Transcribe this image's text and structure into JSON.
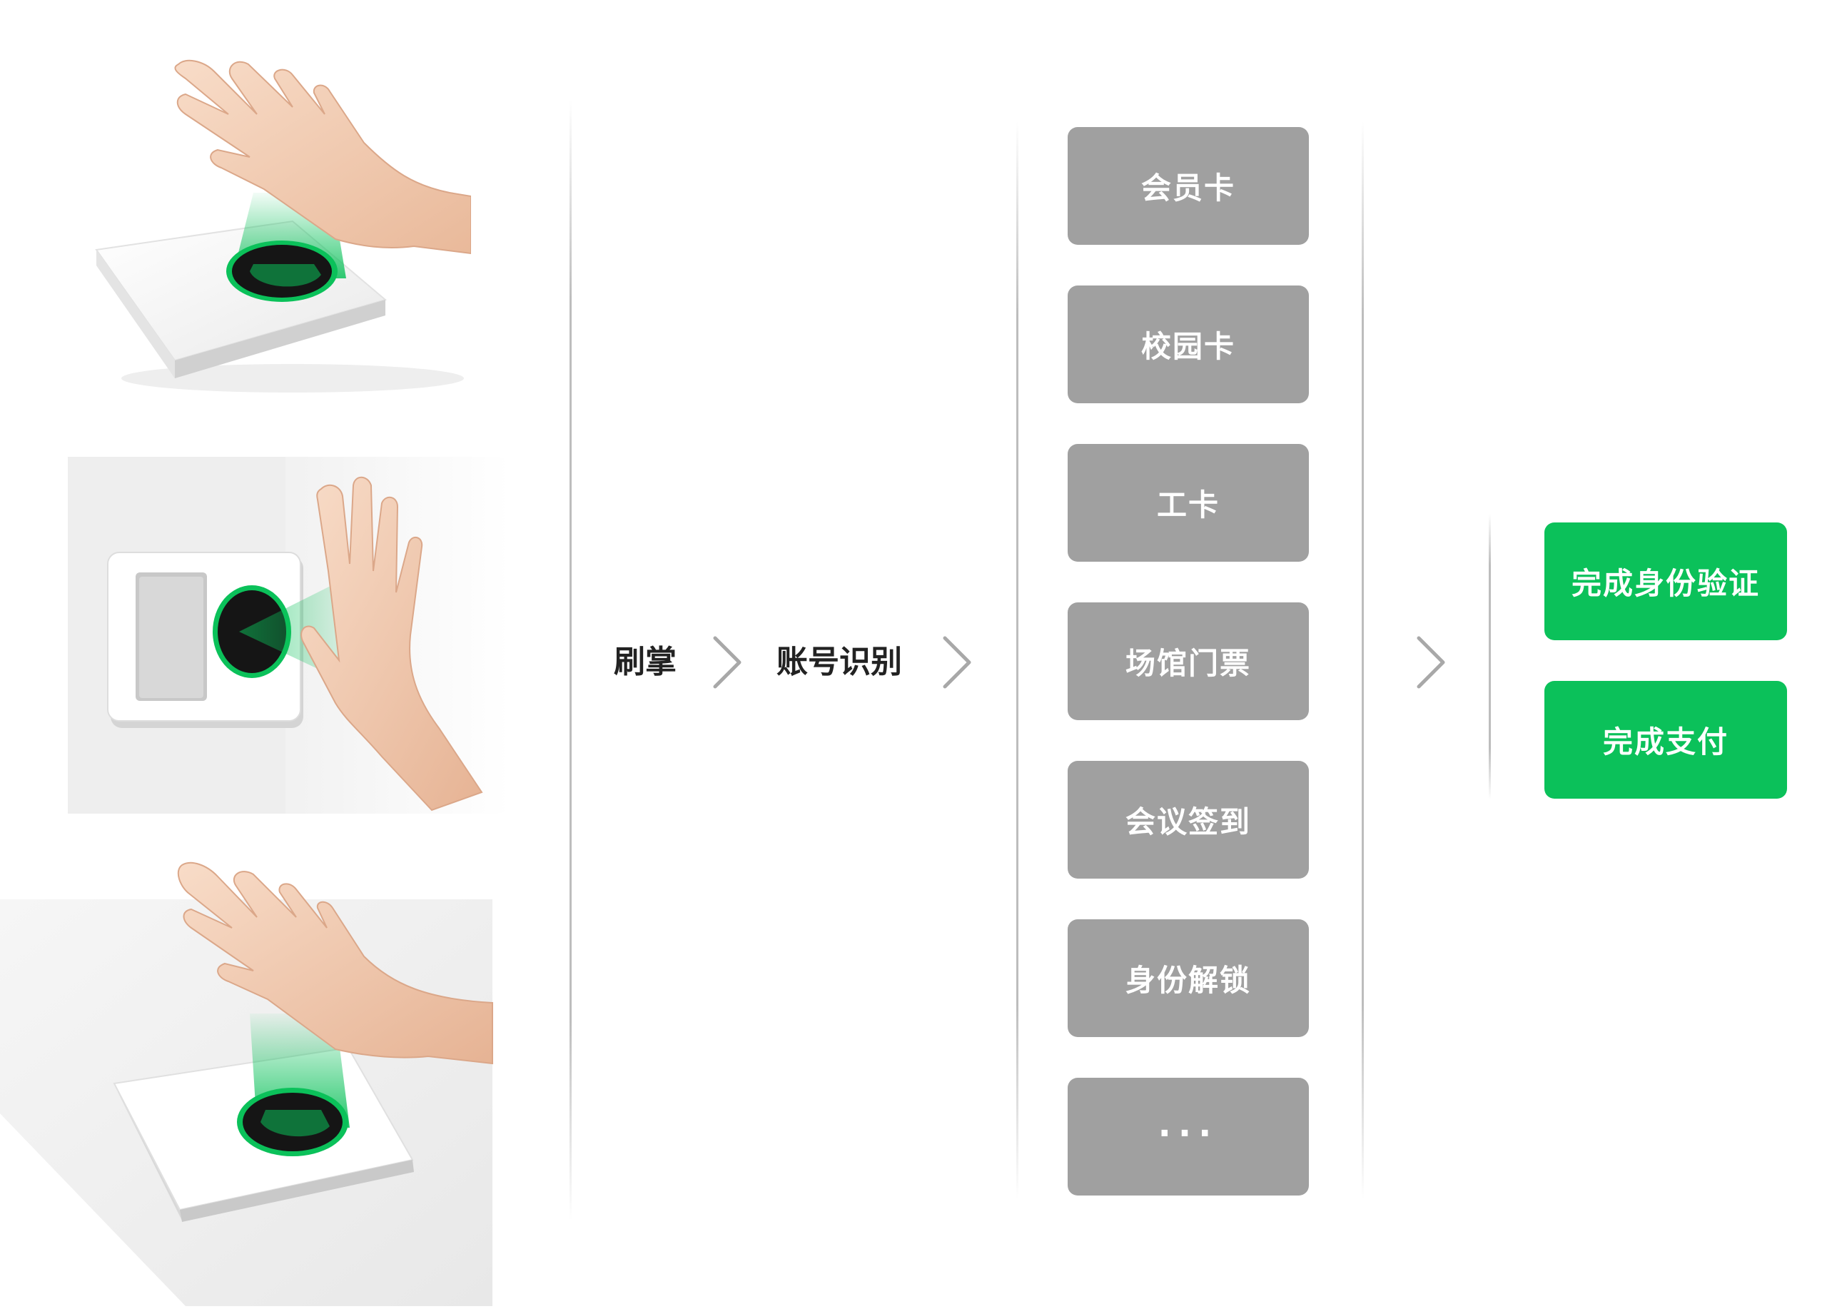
{
  "colors": {
    "accent_green": "#0bc15a",
    "card_gray": "#a0a0a0",
    "divider": "#bdbdbd",
    "label_dark": "#222222"
  },
  "illustrations": [
    {
      "name": "palm-scanner-desktop",
      "icon": "hand-over-desktop-palm-scanner"
    },
    {
      "name": "palm-scanner-wall",
      "icon": "hand-beside-wall-palm-scanner"
    },
    {
      "name": "palm-scanner-flat",
      "icon": "hand-over-flat-palm-scanner"
    }
  ],
  "flow": {
    "step1": "刷掌",
    "step2": "账号识别",
    "chevron_icon": "chevron-right-icon"
  },
  "scenarios": [
    "会员卡",
    "校园卡",
    "工卡",
    "场馆门票",
    "会议签到",
    "身份解锁",
    "···"
  ],
  "results": [
    "完成身份验证",
    "完成支付"
  ]
}
